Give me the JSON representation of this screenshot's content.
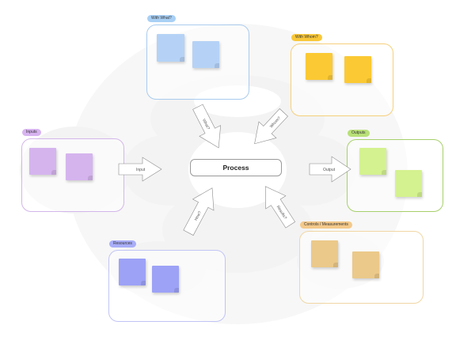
{
  "center": {
    "label": "Process"
  },
  "boxes": {
    "with_what": {
      "label": "With What?",
      "tag_color": "#a9d0f5",
      "border_color": "#a9cbee",
      "note_color": "#b5d2f6"
    },
    "with_whom": {
      "label": "With Whom?",
      "tag_color": "#f9c83a",
      "border_color": "#f6cf7a",
      "note_color": "#fbc933"
    },
    "inputs": {
      "label": "Inputs",
      "tag_color": "#d7b3f0",
      "border_color": "#d3b6ea",
      "note_color": "#d5b4ee"
    },
    "outputs": {
      "label": "Outputs",
      "tag_color": "#b9e078",
      "border_color": "#a7d06b",
      "note_color": "#d4f28f"
    },
    "resources": {
      "label": "Resources",
      "tag_color": "#a9aef8",
      "border_color": "#c1c4f5",
      "note_color": "#9da2f7"
    },
    "controls": {
      "label": "Controls / Measurements",
      "tag_color": "#f4c98a",
      "border_color": "#f1d6a3",
      "note_color": "#ebc98a"
    }
  },
  "arrows": {
    "input": "Input",
    "output": "Output",
    "what": "What?",
    "whom": "Whom?",
    "how": "How?",
    "results": "Results?"
  }
}
